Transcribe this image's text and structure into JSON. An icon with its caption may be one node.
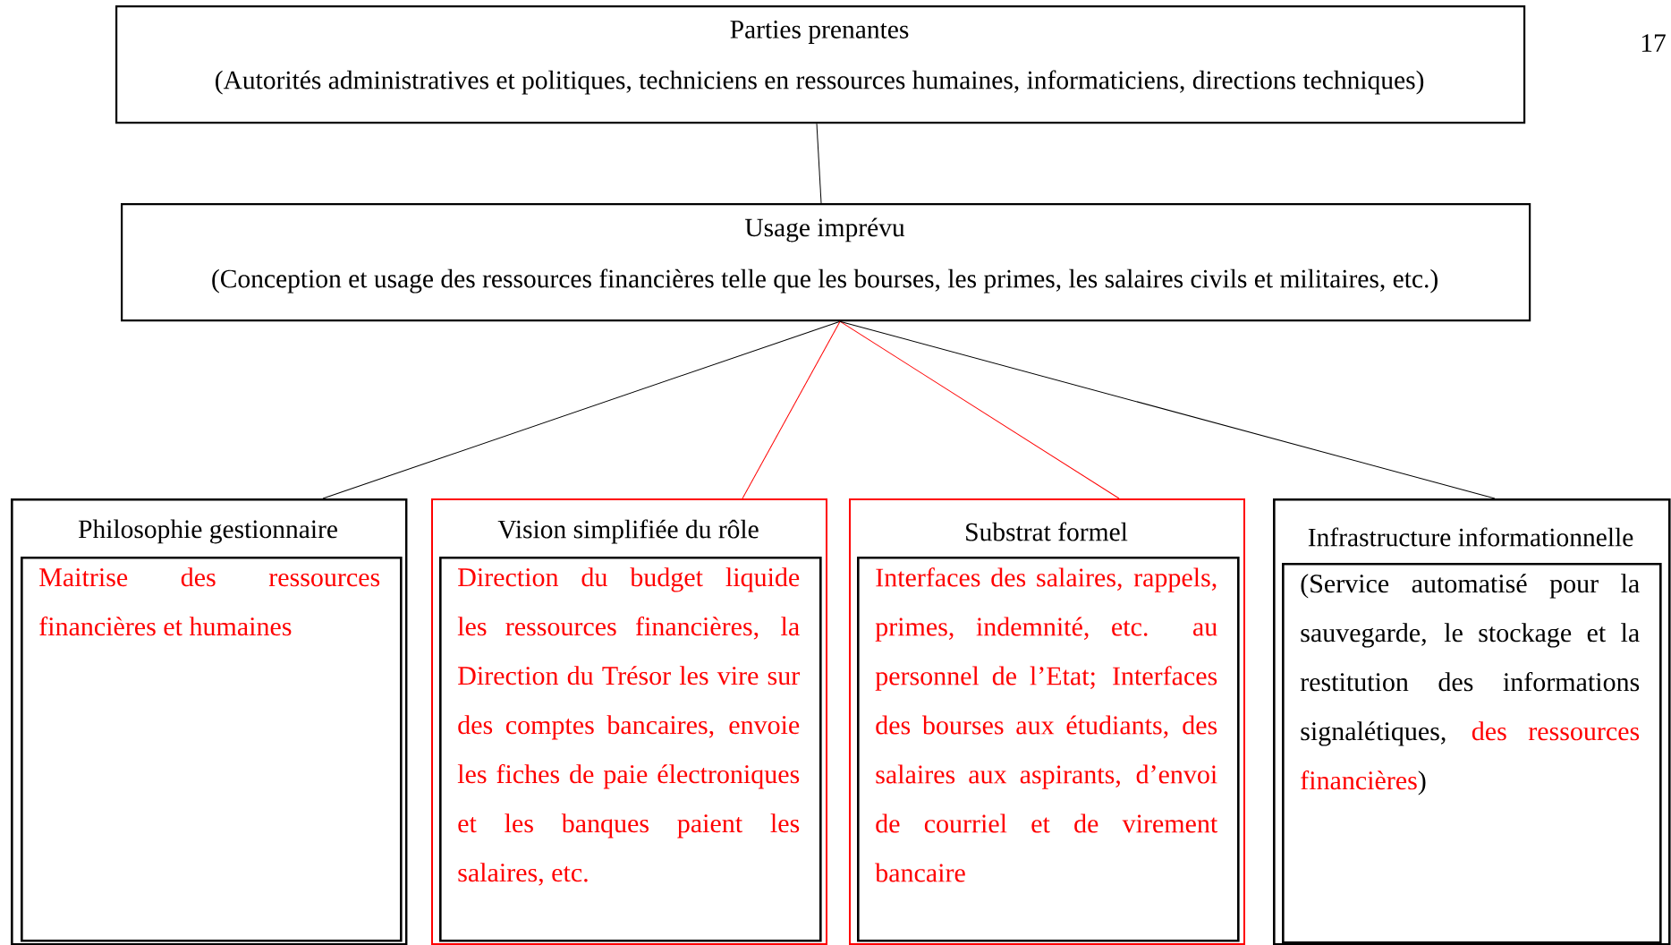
{
  "diagram": {
    "nodes": [
      {
        "text": [
          "Parties prenantes",
          "(Autorités administratives et politiques, techniciens en ressources humaines, informaticiens, directions techniques)"
        ]
      },
      {
        "text": [
          "Usage imprévu",
          "(Conception et usage des ressources financières telle que les bourses, les primes, les salaires civils et militaires, etc.)"
        ]
      },
      {
        "text": [
          "Philosophie gestionnaire"
        ]
      },
      {
        "text": [
          "Maitrise des ressources financières et humaines"
        ],
        "in": 2
      },
      {
        "text": [
          "Vision simplifiée du rôle"
        ]
      },
      {
        "text": [
          "Direction du budget liquide les ressources financières, la Direction du Trésor les vire sur des comptes bancaires, envoie les fiches de paie électroniques et les banques paient les salaires, etc."
        ],
        "in": 4
      },
      {
        "text": [
          "Substrat formel"
        ]
      },
      {
        "text": [
          "Interfaces des salaires, rappels, primes, indemnité, etc. au personnel de l’Etat; Interfaces des bourses aux étudiants, des salaires aux aspirants, d’envoi de courriel et de virement bancaire"
        ],
        "in": 6
      },
      {
        "text": [
          "Infrastructure informationnelle"
        ]
      },
      {
        "text": [
          "(Service automatisé pour la sauvegarde, le stockage et la restitution des informations signalétiques,",
          "des ressources financières",
          ")"
        ],
        "in": 8
      }
    ],
    "edges": [
      {
        "from": 0,
        "to": 1,
        "arrow": "none"
      },
      {
        "from": 1,
        "to": 2,
        "arrow": "none"
      },
      {
        "from": 1,
        "to": 4,
        "arrow": "none",
        "color": "#ff0000"
      },
      {
        "from": 1,
        "to": 6,
        "arrow": "none",
        "color": "#ff0000"
      },
      {
        "from": 1,
        "to": 8,
        "arrow": "none"
      }
    ],
    "labels": [
      "17"
    ]
  }
}
